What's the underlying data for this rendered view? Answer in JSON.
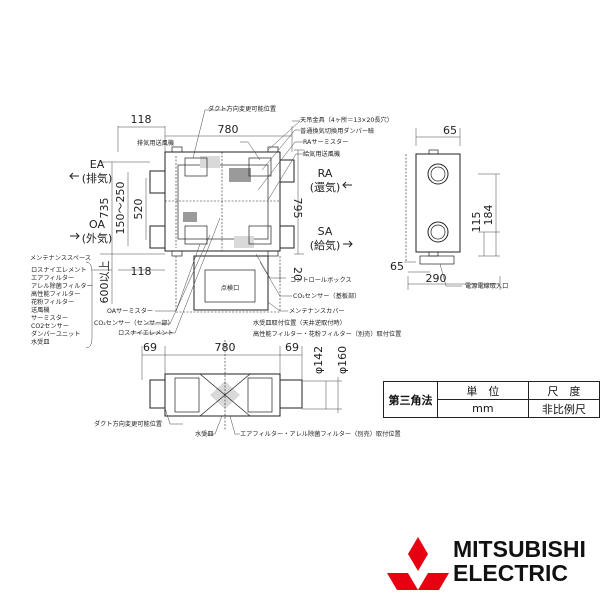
{
  "dimensions": {
    "top_118": "118",
    "top_780": "780",
    "left_735": "735",
    "left_150_250": "150～250",
    "left_520": "520",
    "right_795": "795",
    "bottom_118": "118",
    "bottom_20": "20",
    "maint_600": "600以上",
    "side_65_top": "65",
    "side_115": "115",
    "side_184": "184",
    "side_65_bottom": "65",
    "side_290": "290",
    "plan_69_left": "69",
    "plan_780": "780",
    "plan_69_right": "69",
    "plan_phi142": "φ142",
    "plan_phi160": "φ160"
  },
  "ports": {
    "ea": "EA",
    "ea_sub": "(排気)",
    "oa": "OA",
    "oa_sub": "(外気)",
    "ra": "RA",
    "ra_sub": "(還気)",
    "sa": "SA",
    "sa_sub": "(給気)"
  },
  "labels": {
    "duct_direction_top": "ダクト方向変更可能位置",
    "exhaust_fan": "排気用送風機",
    "hanger": "天吊金具（4ヶ所＝13×20長穴）",
    "bypass_damper": "普通換気切換用ダンパー瞼",
    "ra_thermistor": "RAサーミスター",
    "supply_fan": "給気用送風機",
    "inspection": "点検口",
    "control_box": "コントロールボックス",
    "co2_sensor_board": "CO₂センサー（基板部）",
    "maint_cover": "メンテナンスカバー",
    "oa_thermistor": "OAサーミスター",
    "co2_sensor_part": "CO₂センサー（センサー部）",
    "loss_element": "ロスナイエレメント",
    "drain_pan_pos": "水受皿取付位置（天井逆取付時）",
    "hepa_filter_pos": "高性能フィルター・花粉フィルター（別売）取付位置",
    "duct_direction_bottom": "ダクト方向変更可能位置",
    "drain_pan": "水受皿",
    "air_filter_pos": "エアフィルター・アレル除菌フィルター（別売）取付位置",
    "power_inlet": "電源電線取入口",
    "maint_space_title": "メンテナンススペース",
    "maint_space_items": [
      "ロスナイエレメント",
      "エアフィルター",
      "アレル除菌フィルター",
      "高性能フィルター",
      "花粉フィルター",
      "送風機",
      "サーミスター",
      "CO2センサー",
      "ダンパーユニット",
      "水受皿"
    ]
  },
  "title_block": {
    "projection": "第三角法",
    "unit_label": "単　位",
    "unit_value": "mm",
    "scale_label": "尺　度",
    "scale_value": "非比例尺"
  },
  "brand": {
    "line1": "MITSUBISHI",
    "line2": "ELECTRIC",
    "color": "#e60012"
  }
}
